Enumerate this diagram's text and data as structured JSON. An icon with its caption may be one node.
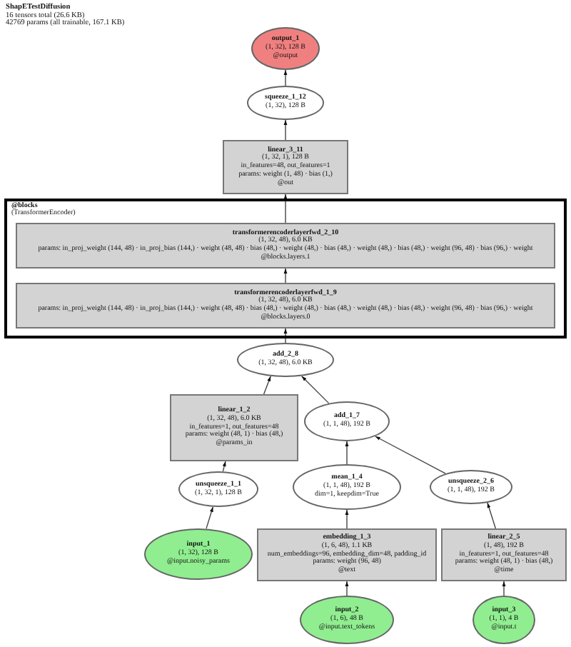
{
  "diagram": {
    "title": "ShapETestDiffusion",
    "nodes": [
      {
        "text": [
          "output_1",
          "(1, 32), 128 B",
          "@output"
        ]
      },
      {
        "text": [
          "squeeze_1_12",
          "(1, 32), 128 B"
        ]
      },
      {
        "text": [
          "linear_3_11",
          "(1, 32, 1), 128 B",
          "in_features=48, out_features=1",
          "params: weight (1, 48) · bias (1,)",
          "@out"
        ]
      },
      {
        "text": [
          "@blocks",
          "(TransformerEncoder)"
        ]
      },
      {
        "text": [
          "transformerencoderlayerfwd_2_10",
          "(1, 32, 48), 6.0 KB",
          "params: in_proj_weight (144, 48) · in_proj_bias (144,) · weight (48, 48) · bias (48,) · weight (48,) · bias (48,) · weight (48,) · bias (48,) · weight (96, 48) · bias (96,) · weight",
          "@blocks.layers.1"
        ],
        "in": 3
      },
      {
        "text": [
          "transformerencoderlayerfwd_1_9",
          "(1, 32, 48), 6.0 KB",
          "params: in_proj_weight (144, 48) · in_proj_bias (144,) · weight (48, 48) · bias (48,) · weight (48,) · bias (48,) · weight (48,) · bias (48,) · weight (96, 48) · bias (96,) · weight",
          "@blocks.layers.0"
        ],
        "in": 3
      },
      {
        "text": [
          "add_2_8",
          "(1, 32, 48), 6.0 KB"
        ]
      },
      {
        "text": [
          "linear_1_2",
          "(1, 32, 48), 6.0 KB",
          "in_features=1, out_features=48",
          "params: weight (48, 1) · bias (48,)",
          "@params_in"
        ]
      },
      {
        "text": [
          "add_1_7",
          "(1, 1, 48), 192 B"
        ]
      },
      {
        "text": [
          "unsqueeze_1_1",
          "(1, 32, 1), 128 B"
        ]
      },
      {
        "text": [
          "mean_1_4",
          "(1, 1, 48), 192 B",
          "dim=1, keepdim=True"
        ]
      },
      {
        "text": [
          "unsqueeze_2_6",
          "(1, 1, 48), 192 B"
        ]
      },
      {
        "text": [
          "input_1",
          "(1, 32), 128 B",
          "@input.noisy_params"
        ]
      },
      {
        "text": [
          "embedding_1_3",
          "(1, 6, 48), 1.1 KB",
          "num_embeddings=96, embedding_dim=48, padding_id",
          "params: weight (96, 48)",
          "@text"
        ]
      },
      {
        "text": [
          "linear_2_5",
          "(1, 48), 192 B",
          "in_features=1, out_features=48",
          "params: weight (48, 1) · bias (48,)",
          "@time"
        ]
      },
      {
        "text": [
          "input_2",
          "(1, 6), 48 B",
          "@input.text_tokens"
        ]
      },
      {
        "text": [
          "input_3",
          "(1, 1), 4 B",
          "@input.t"
        ]
      }
    ],
    "edges": [
      {
        "from": 1,
        "to": 0,
        "arrow": "to"
      },
      {
        "from": 2,
        "to": 1,
        "arrow": "to"
      },
      {
        "from": 4,
        "to": 2,
        "arrow": "to"
      },
      {
        "from": 5,
        "to": 4,
        "arrow": "to"
      },
      {
        "from": 6,
        "to": 5,
        "arrow": "to"
      },
      {
        "from": 7,
        "to": 6,
        "arrow": "to"
      },
      {
        "from": 8,
        "to": 6,
        "arrow": "to"
      },
      {
        "from": 9,
        "to": 7,
        "arrow": "to"
      },
      {
        "from": 10,
        "to": 8,
        "arrow": "to"
      },
      {
        "from": 11,
        "to": 8,
        "arrow": "to"
      },
      {
        "from": 12,
        "to": 9,
        "arrow": "to"
      },
      {
        "from": 13,
        "to": 10,
        "arrow": "to"
      },
      {
        "from": 14,
        "to": 11,
        "arrow": "to"
      },
      {
        "from": 15,
        "to": 13,
        "arrow": "to"
      },
      {
        "from": 16,
        "to": 14,
        "arrow": "to"
      }
    ],
    "labels": [
      "16 tensors total (26.6 KB)",
      "42769 params (all trainable, 167.1 KB)"
    ]
  }
}
